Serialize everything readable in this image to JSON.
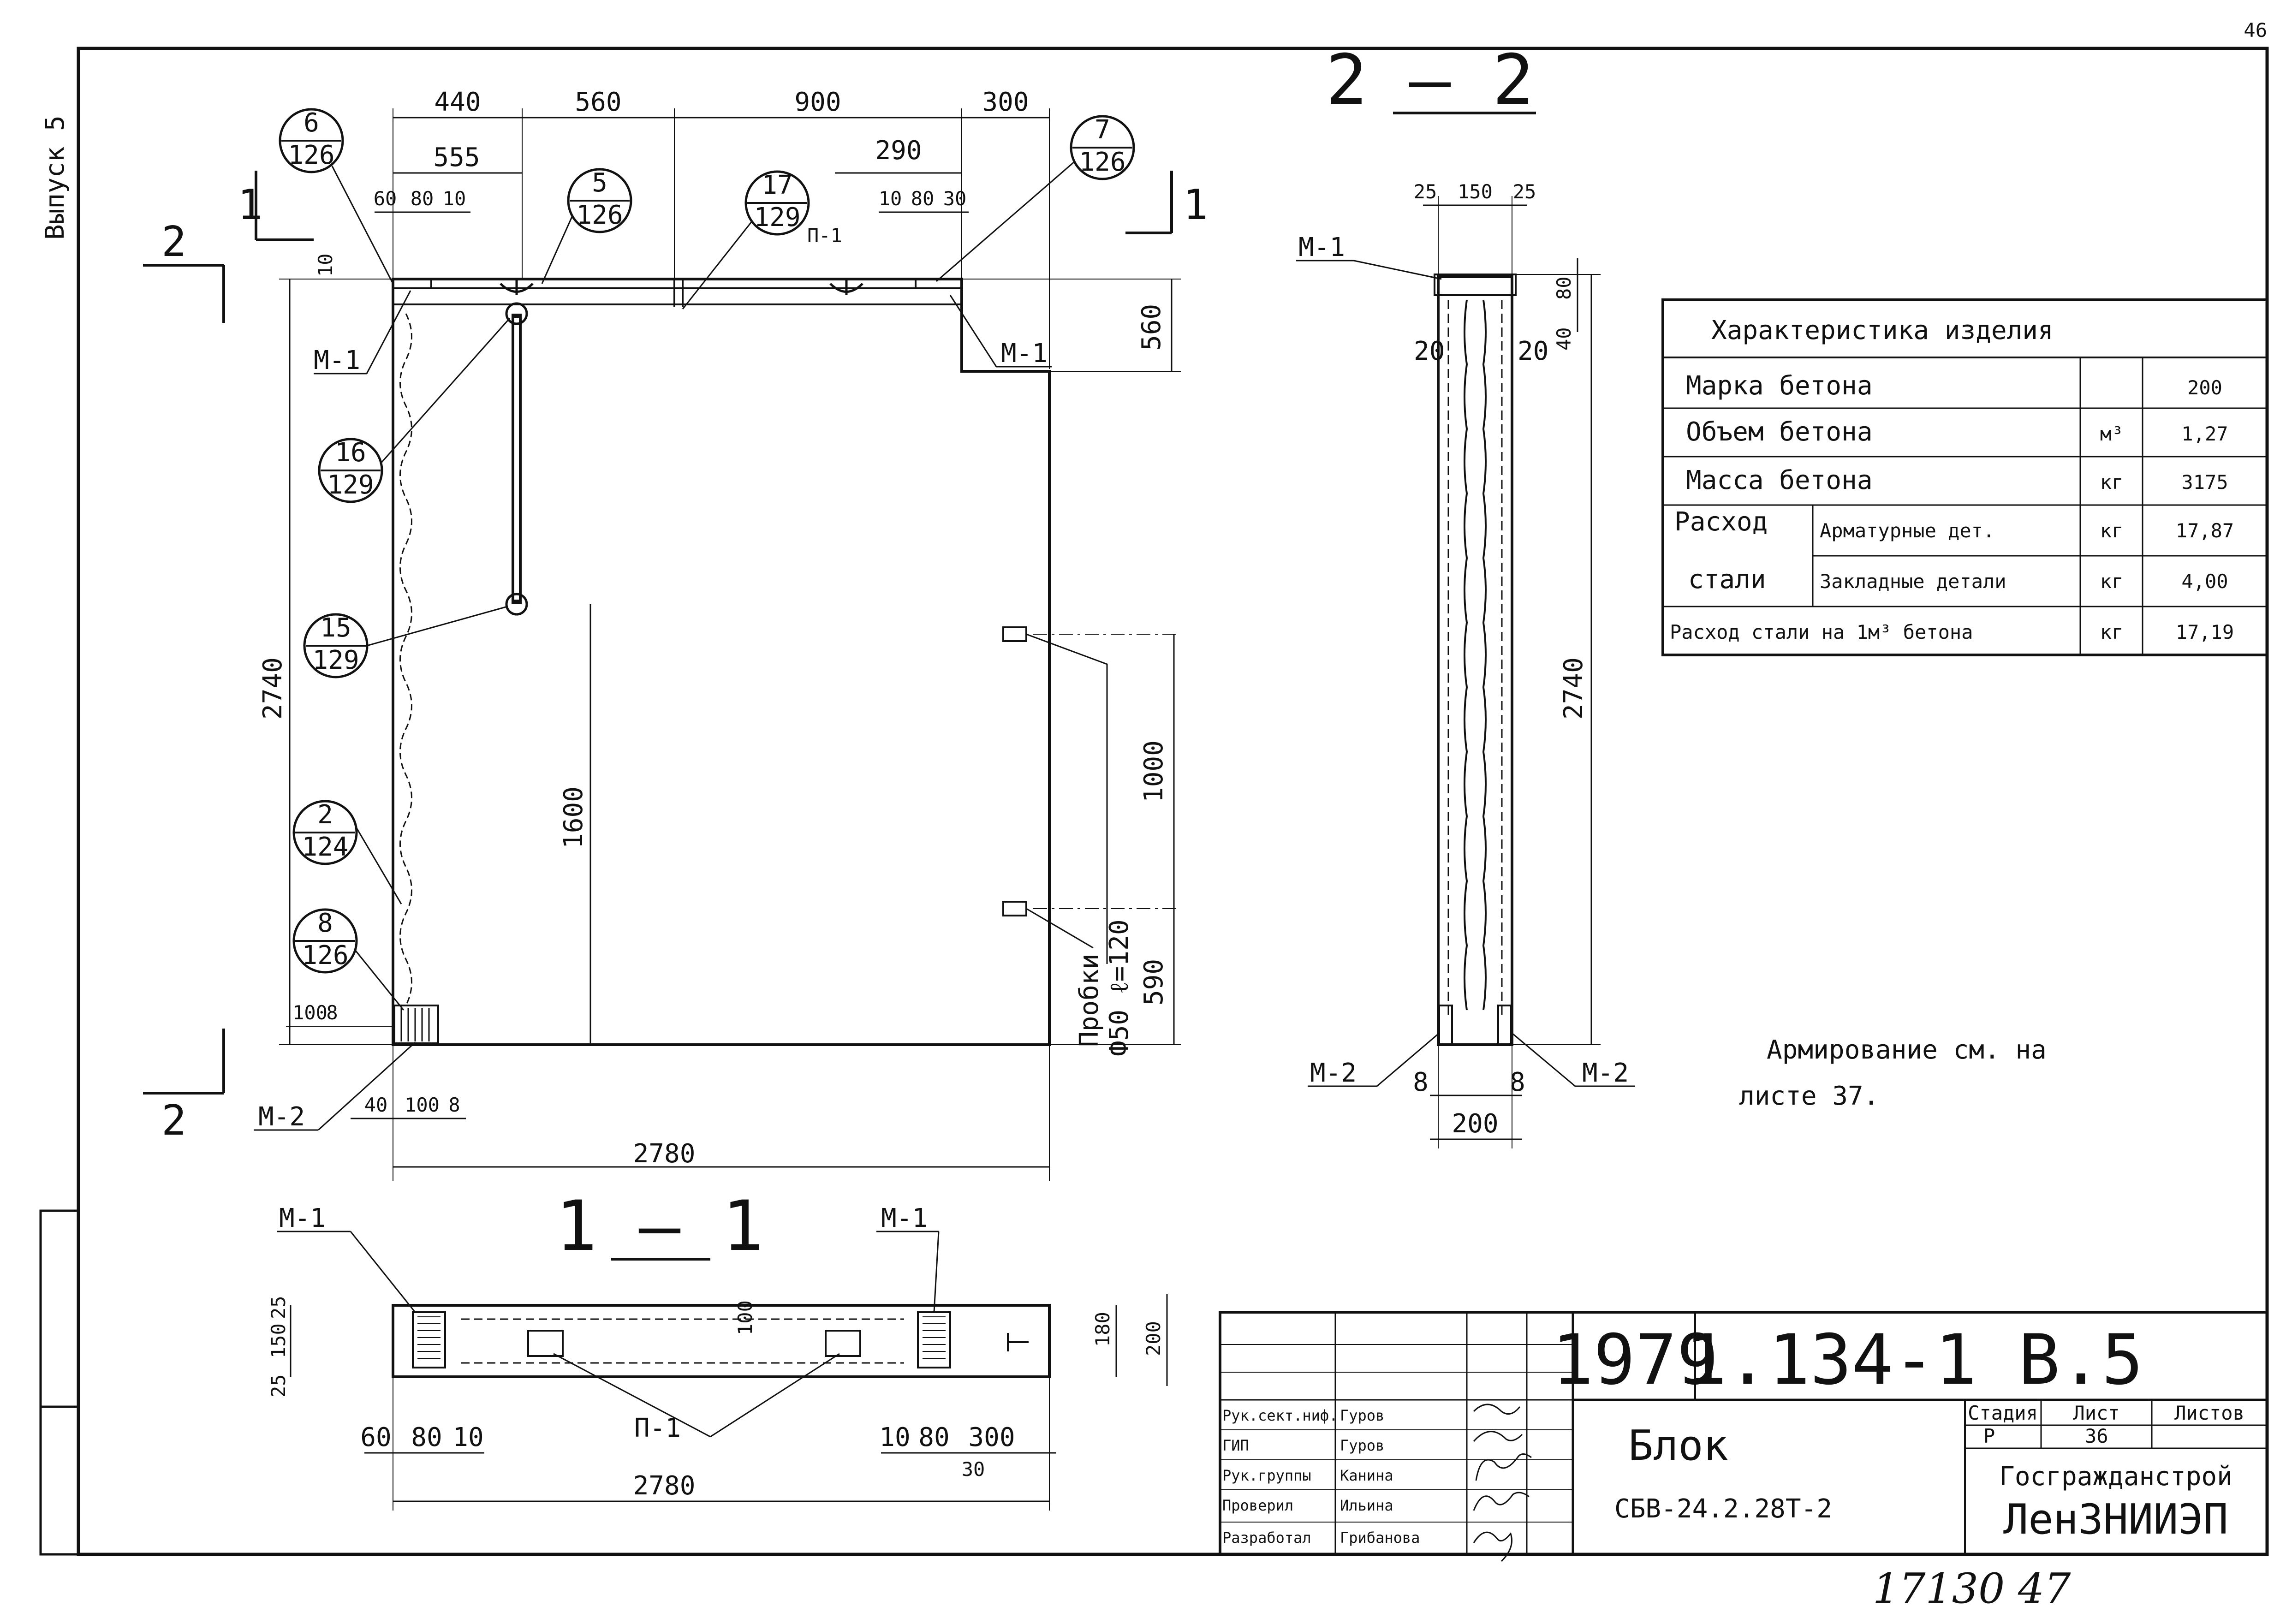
{
  "corner": {
    "page_number": "46",
    "series": "Выпуск 5"
  },
  "front_view": {
    "top_dims": [
      "440",
      "560",
      "900",
      "300"
    ],
    "top_dims_2": [
      "555",
      "290"
    ],
    "top_dims_3": [
      "60",
      "80",
      "10",
      "10",
      "80",
      "30"
    ],
    "left_dim": "2740",
    "small_dims": [
      "10",
      "100",
      "8"
    ],
    "bottom_dims": [
      "40",
      "100",
      "8"
    ],
    "overall_width": "2780",
    "right_dims": [
      "560",
      "1000",
      "590"
    ],
    "inner_height": "1600",
    "plugs_label": "Пробки",
    "plugs_spec": "Ф50 ℓ=120",
    "section_mark_1": "1",
    "section_mark_2": "2",
    "callouts": [
      {
        "top": "6",
        "bottom": "126"
      },
      {
        "top": "5",
        "bottom": "126"
      },
      {
        "top": "17",
        "bottom": "129"
      },
      {
        "top": "7",
        "bottom": "126"
      },
      {
        "top": "16",
        "bottom": "129"
      },
      {
        "top": "15",
        "bottom": "129"
      },
      {
        "top": "2",
        "bottom": "124"
      },
      {
        "top": "8",
        "bottom": "126"
      }
    ],
    "labels": {
      "m1": "М-1",
      "m2": "М-2",
      "p1": "П-1"
    }
  },
  "section_2_2": {
    "title": "2 — 2",
    "top_dims": [
      "25",
      "150",
      "25"
    ],
    "side_dims": [
      "20",
      "20"
    ],
    "right_dims": [
      "80",
      "40"
    ],
    "height": "2740",
    "bottom_dims": [
      "8",
      "8"
    ],
    "width": "200",
    "labels": {
      "m1": "М-1",
      "m2": "М-2"
    }
  },
  "section_1_1": {
    "title": "1 — 1",
    "left_dims": [
      "25",
      "150",
      "25"
    ],
    "inner_dim": "100",
    "right_dims": [
      "180",
      "200"
    ],
    "bottom_dims": [
      "60",
      "80",
      "10",
      "10",
      "80",
      "300"
    ],
    "extra_dim": "30",
    "overall_width": "2780",
    "labels": {
      "m1": "М-1",
      "p1": "П-1"
    }
  },
  "spec_table": {
    "title": "Характеристика изделия",
    "rows": [
      {
        "name": "Марка бетона",
        "unit": "",
        "value": "200"
      },
      {
        "name": "Объем бетона",
        "unit": "м³",
        "value": "1,27"
      },
      {
        "name": "Масса бетона",
        "unit": "кг",
        "value": "3175"
      },
      {
        "group": "Расход",
        "name": "Арматурные дет.",
        "unit": "кг",
        "value": "17,87"
      },
      {
        "group": "стали",
        "name": "Закладные детали",
        "unit": "кг",
        "value": "4,00"
      },
      {
        "name": "Расход стали на 1м³ бетона",
        "unit": "кг",
        "value": "17,19"
      }
    ]
  },
  "note": {
    "line1": "Армирование см. на",
    "line2": "листе 37."
  },
  "title_block": {
    "year": "1979",
    "code": "1.134-1 В.5",
    "name_line1": "Блок",
    "name_line2": "СБВ-24.2.28Т-2",
    "headers": {
      "stage": "Стадия",
      "sheet": "Лист",
      "sheets": "Листов"
    },
    "stage": "Р",
    "sheet": "36",
    "org1": "Госгражданстрой",
    "org2": "ЛенЗНИИЭП",
    "roles": [
      {
        "role": "Рук.сект.ниф.",
        "person": "Гуров"
      },
      {
        "role": "ГИП",
        "person": "Гуров"
      },
      {
        "role": "Рук.группы",
        "person": "Канина"
      },
      {
        "role": "Проверил",
        "person": "Ильина"
      },
      {
        "role": "Разработал",
        "person": "Грибанова"
      }
    ],
    "inventory": "17130   47"
  }
}
